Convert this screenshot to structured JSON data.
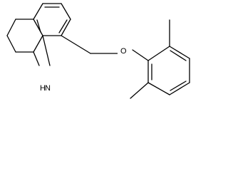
{
  "molecule": {
    "atom_labels": {
      "oxygen": "O",
      "amine": "N",
      "amine_h": "H"
    },
    "colors": {
      "bond": "#000000",
      "label": "#000000",
      "background": "#ffffff"
    }
  }
}
